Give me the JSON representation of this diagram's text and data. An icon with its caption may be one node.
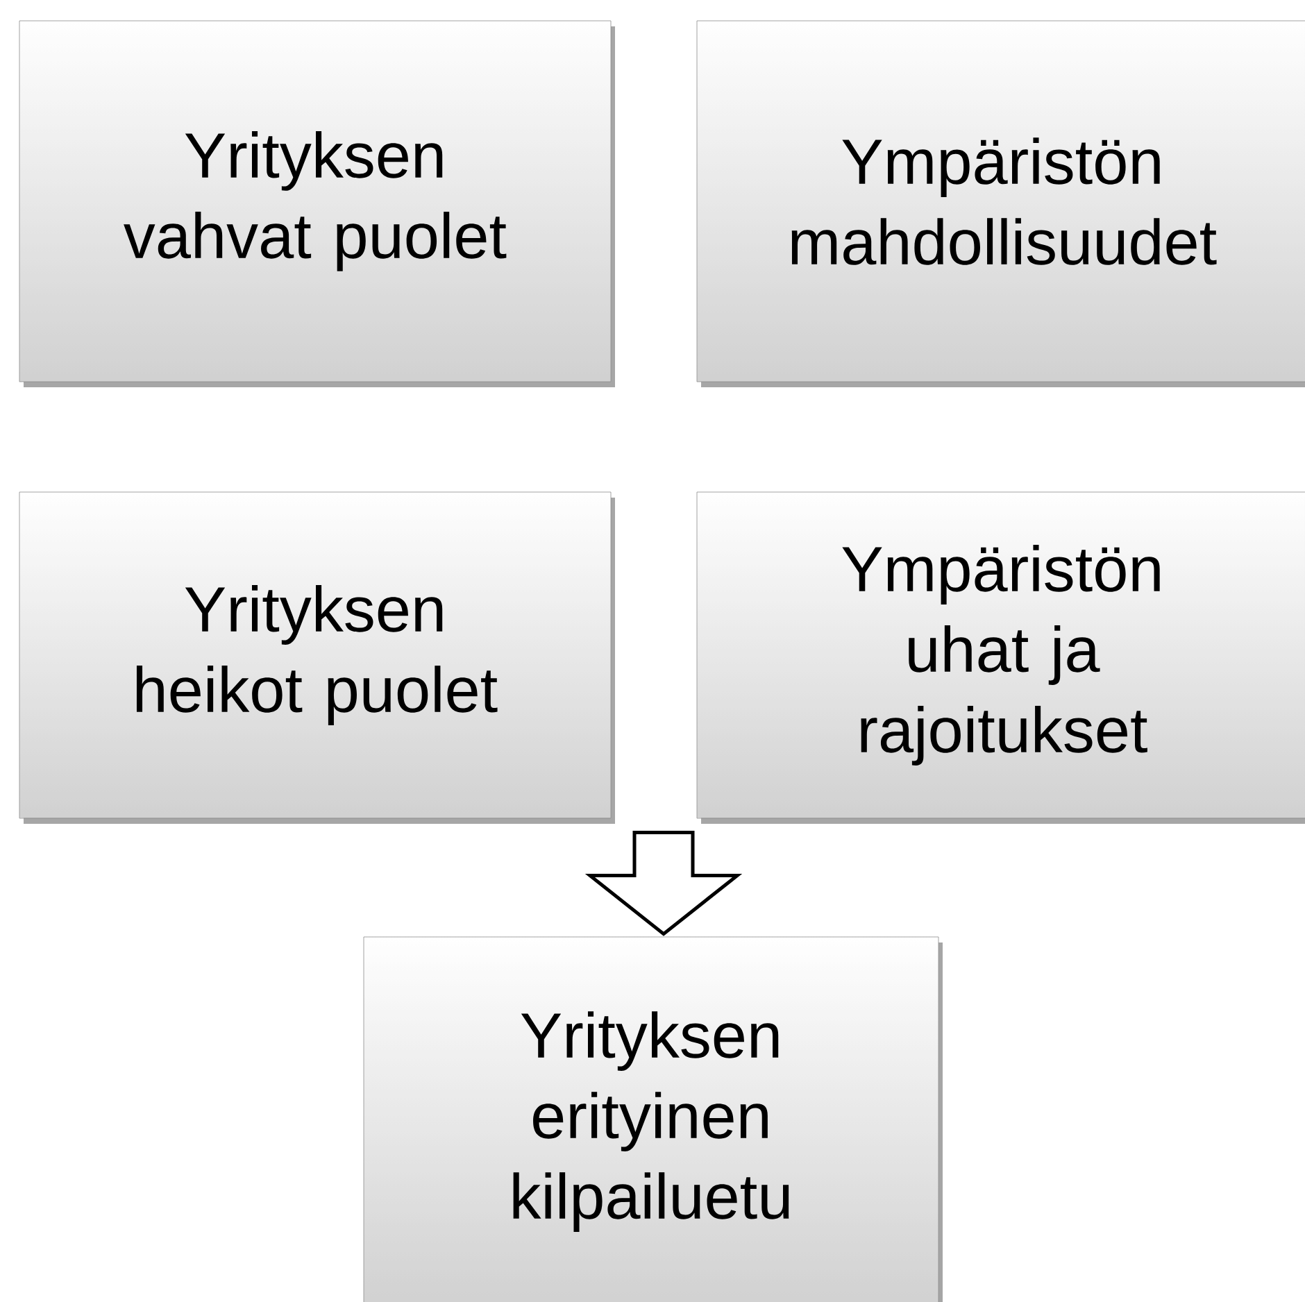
{
  "diagram": {
    "nodes": [
      {
        "text": [
          "Yrityksen vahvat puolet"
        ]
      },
      {
        "text": [
          "Ympäristön mahdollisuudet"
        ]
      },
      {
        "text": [
          "Yrityksen heikot puolet"
        ]
      },
      {
        "text": [
          "Ympäristön uhat ja rajoitukset"
        ]
      },
      {
        "text": [
          "Yrityksen erityinen kilpailuetu"
        ]
      }
    ],
    "edges": [
      {
        "from": null,
        "to": 4,
        "arrow": "to"
      }
    ]
  }
}
